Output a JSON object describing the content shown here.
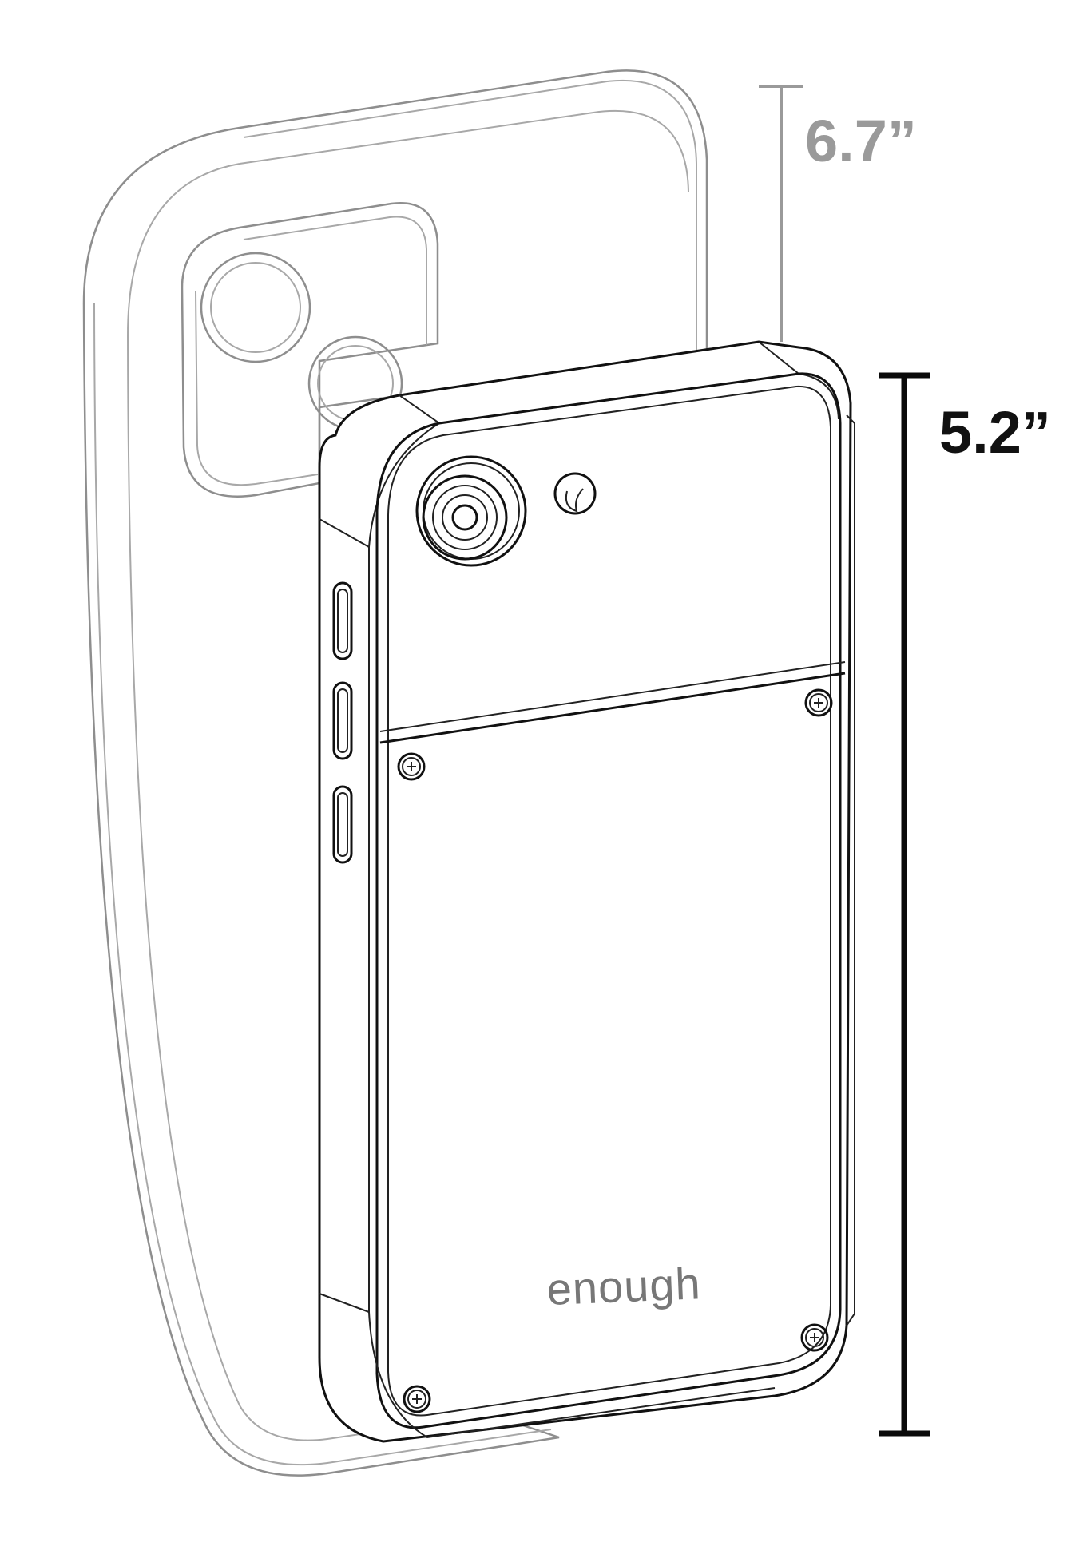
{
  "dimensions": {
    "large_phone_height": "6.7”",
    "small_phone_height": "5.2”"
  },
  "brand": {
    "logo_text": "enough"
  },
  "colors": {
    "large_phone_outline": "#8e8e8e",
    "small_phone_outline": "#111111",
    "large_label": "#9a9a9a",
    "small_label": "#111111",
    "brand_text": "#777777",
    "background": "#ffffff"
  }
}
